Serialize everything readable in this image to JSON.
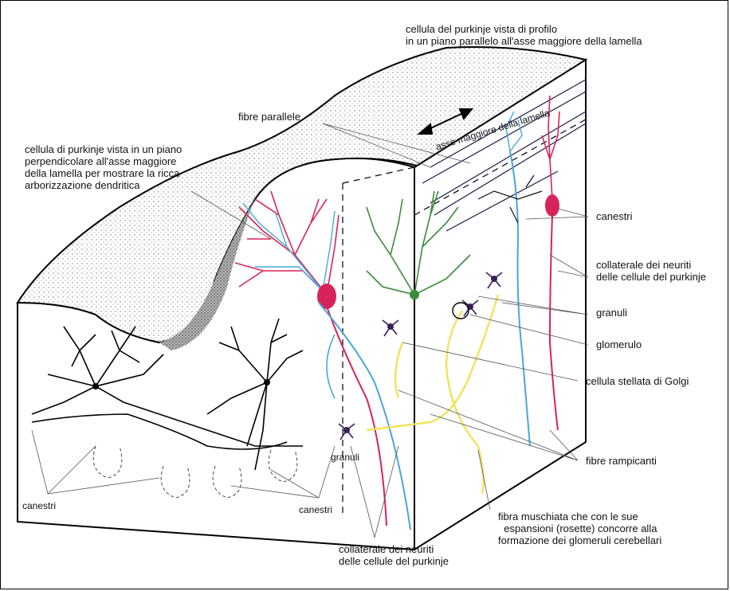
{
  "labels": {
    "purkinje_profile": "cellula del purkinje vista di profilo\nin un piano parallelo all'asse maggiore della lamella",
    "asse_maggiore": "asse maggiore della lamella",
    "fibre_parallele": "fibre parallele",
    "purkinje_perpendicolare": "cellula di purkinje vista in un piano\nperpendicolare all'asse maggiore\ndella lamella per mostrare la ricca\narborizzazione dendritica",
    "canestri_right": "canestri",
    "collaterale_right": "collaterale dei neuriti\ndelle cellule del purkinje",
    "granuli_right": "granuli",
    "glomerulo": "glomerulo",
    "golgi": "cellula stellata di Golgi",
    "fibre_rampicanti": "fibre rampicanti",
    "fibra_muschiata": "fibra muschiata che con le sue\n  espansioni (rosette) concorre alla\nformazione dei glomeruli cerebellari",
    "collaterale_bottom": "collaterale dei neuriti\ndelle cellule del purkinje",
    "granuli_left": "granuli",
    "canestri_left": "canestri",
    "canestri_mid": "canestri"
  },
  "colors": {
    "purkinje_red": "#d6245a",
    "climbing_blue": "#4aa6dc",
    "golgi_green": "#3c8a3c",
    "mossy_yellow": "#f2e25a",
    "granule_purple": "#3a1f5c",
    "ink": "#111111"
  }
}
